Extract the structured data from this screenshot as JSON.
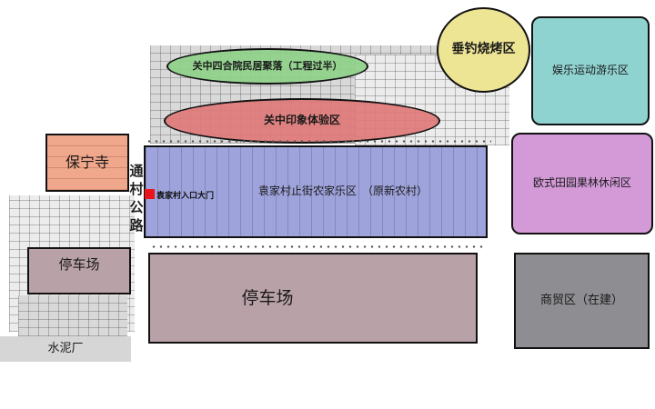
{
  "map": {
    "title": "",
    "colors": {
      "green_zone": "#8fd18a",
      "red_zone": "#e07a7a",
      "yellow_zone": "#ede494",
      "cyan_zone": "#8fd3d1",
      "orange_zone": "#f0a88c",
      "blue_zone": "#9ea3db",
      "purple_zone": "#d49ad8",
      "parking_zone": "#b9a1a8",
      "commerce_zone": "#8e8d92",
      "entrance_marker": "#e8161c"
    },
    "zones": [
      {
        "id": "siheyuan",
        "label": "关中四合院民居聚落（工程过半）",
        "shape": "ellipse"
      },
      {
        "id": "impression",
        "label": "关中印象体验区",
        "shape": "ellipse"
      },
      {
        "id": "fishing",
        "label": "垂钓烧烤区",
        "shape": "circle"
      },
      {
        "id": "recreation",
        "label": "娱乐运动游乐区",
        "shape": "rounded-rect"
      },
      {
        "id": "temple",
        "label": "保宁寺",
        "shape": "rect"
      },
      {
        "id": "farmhouse",
        "label": "袁家村止街农家乐区　（原新农村）",
        "shape": "rect"
      },
      {
        "id": "orchard",
        "label": "欧式田园果林休闲区",
        "shape": "rounded-rect"
      },
      {
        "id": "parking_small",
        "label": "停车场",
        "shape": "rect"
      },
      {
        "id": "parking_large",
        "label": "停车场",
        "shape": "rect"
      },
      {
        "id": "commerce",
        "label": "商贸区（在建）",
        "shape": "rect"
      },
      {
        "id": "cement",
        "label": "水泥厂",
        "shape": "rect"
      }
    ],
    "road": {
      "label_chars": [
        "通",
        "村",
        "公",
        "路"
      ]
    },
    "entrance": {
      "label": "袁家村入口大门",
      "marker": "red-square"
    }
  }
}
